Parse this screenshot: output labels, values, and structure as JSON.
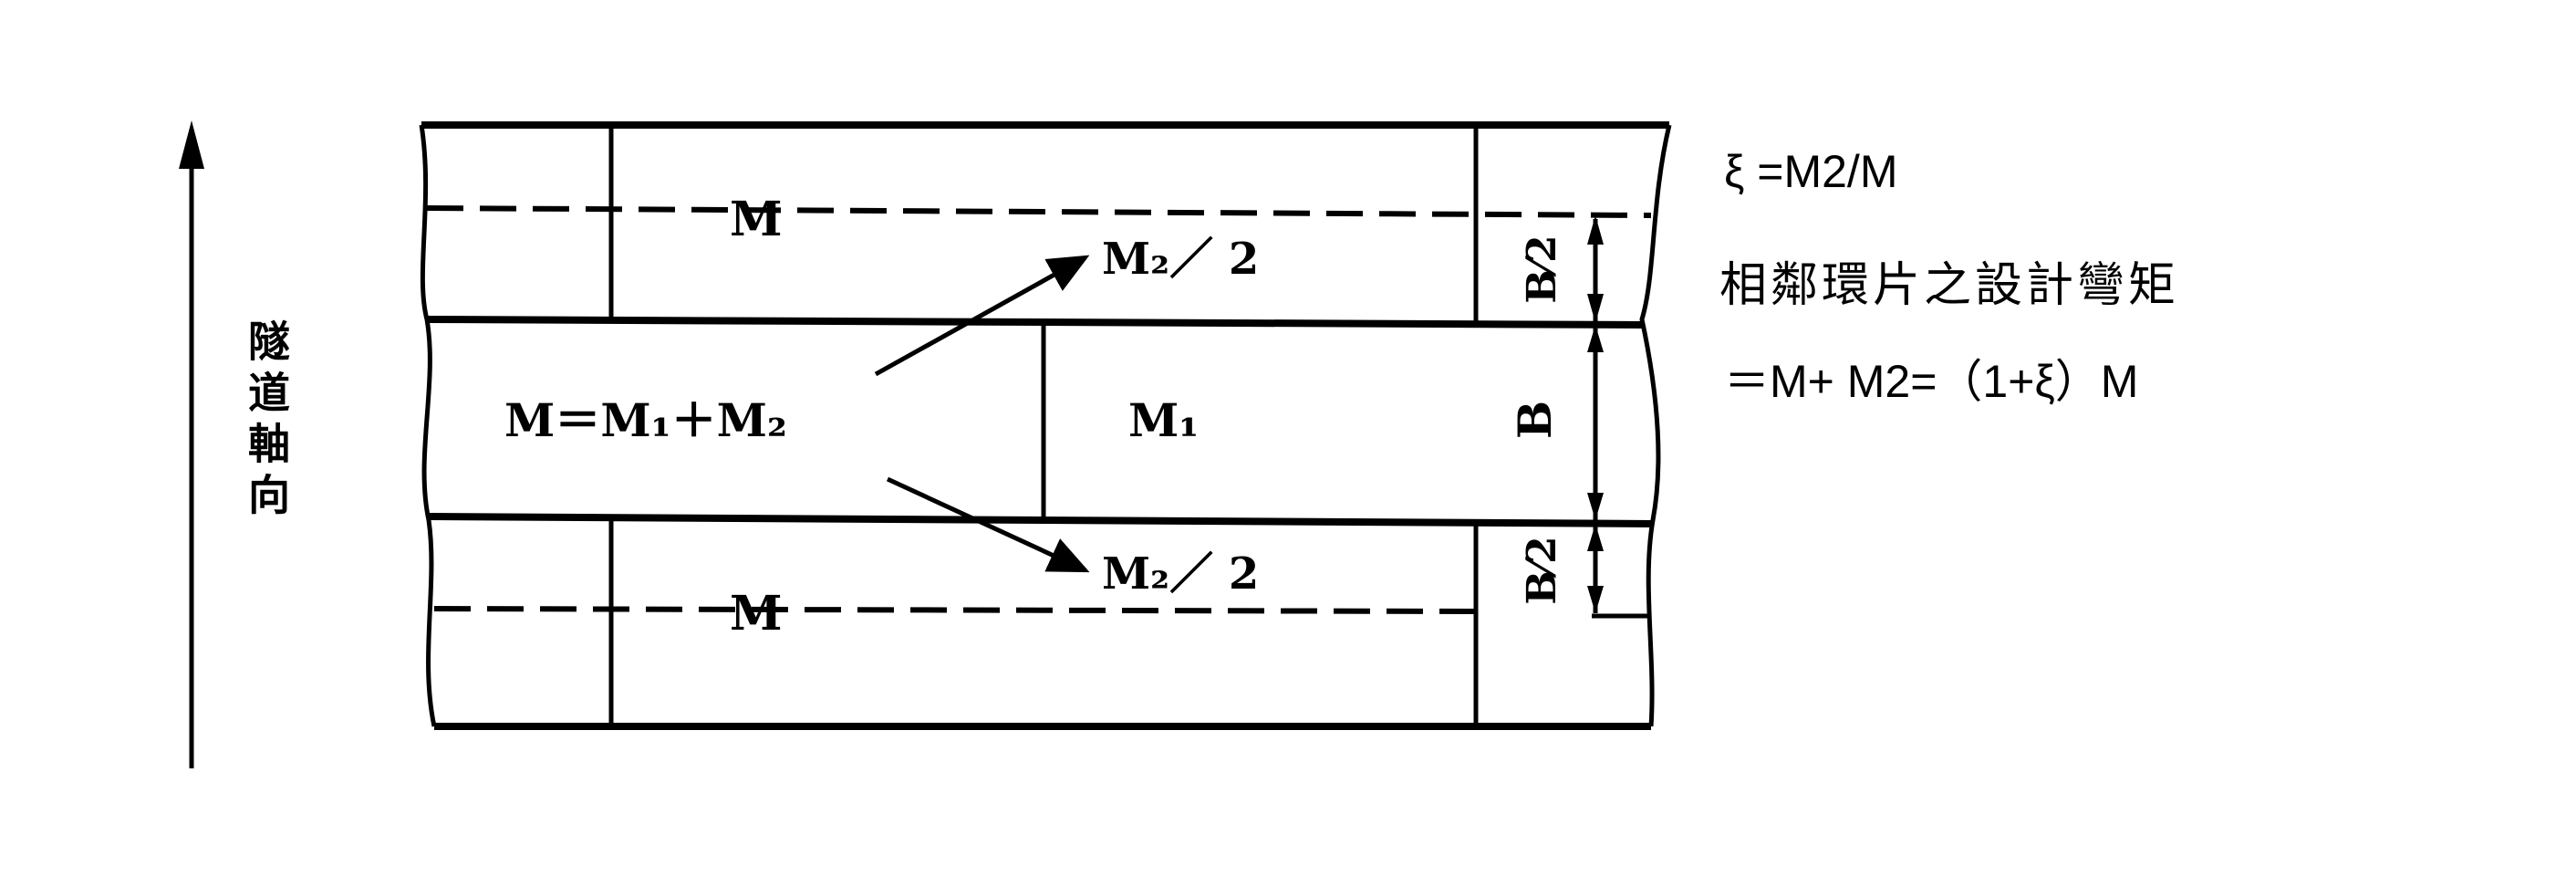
{
  "axis_label": "隧道軸向",
  "diagram": {
    "top_moment": "M",
    "bottom_moment": "M",
    "total_moment": "M＝M₁＋M₂",
    "joint_moment": "M₁",
    "upper_transfer": "M₂／ 2",
    "lower_transfer": "M₂／ 2",
    "width_label": "B",
    "half_width_top": "B⁄2",
    "half_width_bottom": "B⁄2"
  },
  "notes": {
    "line1": "ξ =M2/M",
    "line2": "相鄰環片之設計彎矩",
    "line3": "＝M+ M2=（1+ξ）M"
  },
  "colors": {
    "ink": "#000000",
    "background": "#ffffff"
  }
}
